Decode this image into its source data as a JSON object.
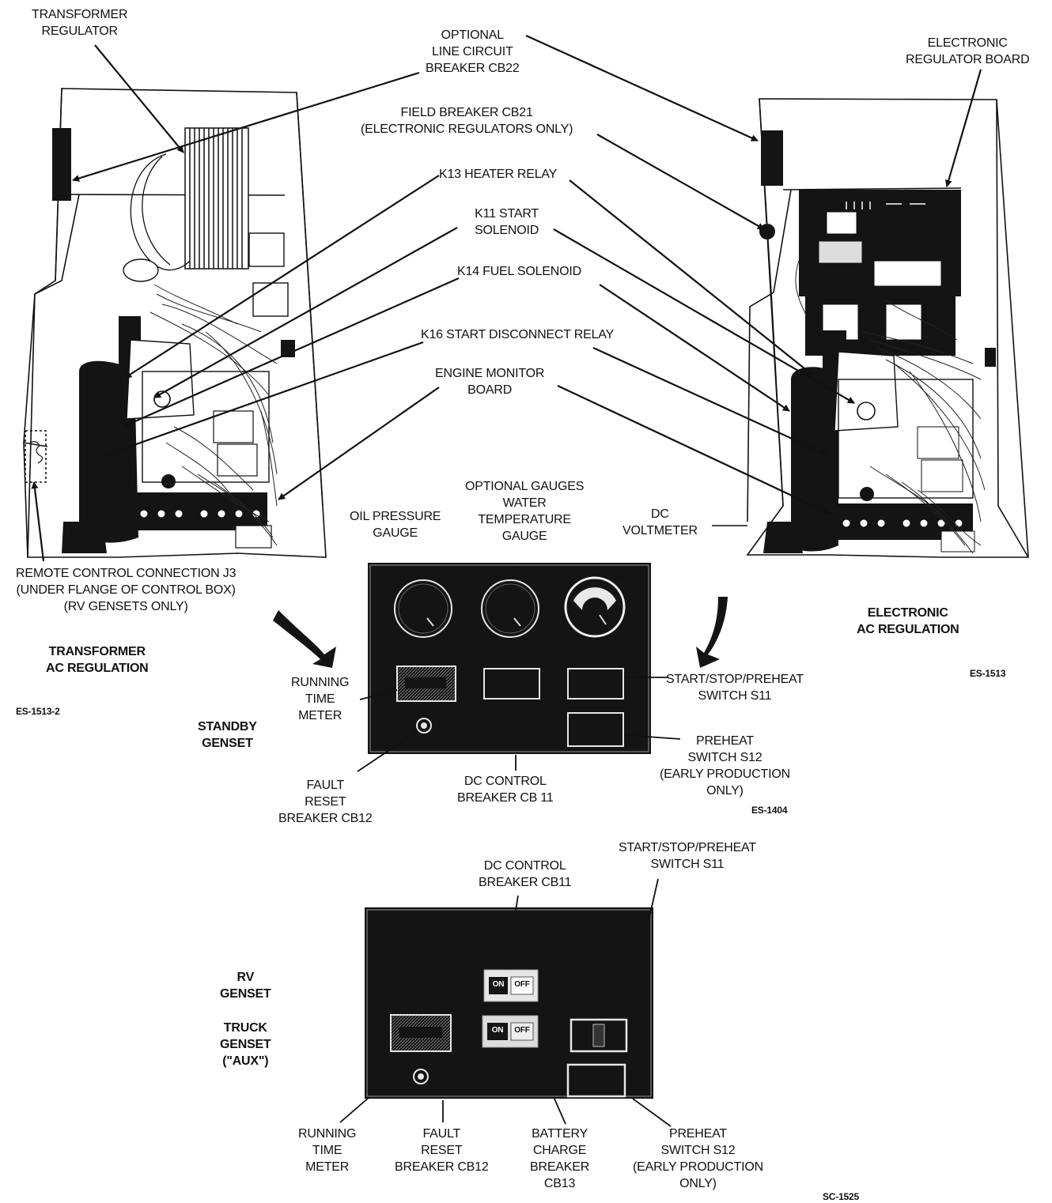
{
  "callouts": {
    "transformer_regulator": [
      "TRANSFORMER",
      "REGULATOR"
    ],
    "optional_line_cb": [
      "OPTIONAL",
      "LINE CIRCUIT",
      "BREAKER CB22"
    ],
    "electronic_regulator_board": [
      "ELECTRONIC",
      "REGULATOR BOARD"
    ],
    "field_breaker": [
      "FIELD BREAKER CB21",
      "(ELECTRONIC REGULATORS ONLY)"
    ],
    "k13": [
      "K13 HEATER RELAY"
    ],
    "k11": [
      "K11 START",
      "SOLENOID"
    ],
    "k14": [
      "K14 FUEL SOLENOID"
    ],
    "k16": [
      "K16 START DISCONNECT RELAY"
    ],
    "engine_monitor": [
      "ENGINE MONITOR",
      "BOARD"
    ],
    "remote_control": [
      "REMOTE CONTROL CONNECTION J3",
      "(UNDER FLANGE OF CONTROL BOX)",
      "(RV GENSETS ONLY)"
    ],
    "oil_pressure": [
      "OIL PRESSURE",
      "GAUGE"
    ],
    "optional_gauges": [
      "OPTIONAL GAUGES",
      "WATER",
      "TEMPERATURE",
      "GAUGE"
    ],
    "dc_voltmeter": [
      "DC",
      "VOLTMETER"
    ],
    "running_time_meter_standby": [
      "RUNNING",
      "TIME",
      "METER"
    ],
    "start_stop_standby": [
      "START/STOP/PREHEAT",
      "SWITCH S11"
    ],
    "preheat_standby": [
      "PREHEAT",
      "SWITCH S12",
      "(EARLY PRODUCTION",
      "ONLY)"
    ],
    "dc_control_standby": [
      "DC CONTROL",
      "BREAKER CB 11"
    ],
    "fault_reset_standby": [
      "FAULT",
      "RESET",
      "BREAKER CB12"
    ],
    "dc_control_rv": [
      "DC CONTROL",
      "BREAKER CB11"
    ],
    "start_stop_rv": [
      "START/STOP/PREHEAT",
      "SWITCH S11"
    ],
    "running_time_meter_rv": [
      "RUNNING",
      "TIME",
      "METER"
    ],
    "fault_reset_rv": [
      "FAULT",
      "RESET",
      "BREAKER CB12"
    ],
    "battery_charge": [
      "BATTERY",
      "CHARGE",
      "BREAKER",
      "CB13"
    ],
    "preheat_rv": [
      "PREHEAT",
      "SWITCH S12",
      "(EARLY PRODUCTION",
      "ONLY)"
    ]
  },
  "section_titles": {
    "transformer_ac": [
      "TRANSFORMER",
      "AC REGULATION"
    ],
    "electronic_ac": [
      "ELECTRONIC",
      "AC REGULATION"
    ],
    "standby_genset": [
      "STANDBY",
      "GENSET"
    ],
    "rv_genset": [
      "RV",
      "GENSET"
    ],
    "truck_genset": [
      "TRUCK",
      "GENSET",
      "(\"AUX\")"
    ]
  },
  "figure_codes": {
    "left": "ES-1513-2",
    "right": "ES-1513",
    "standby": "ES-1404",
    "rv": "SC-1525"
  },
  "switch_labels": {
    "on": "ON",
    "off": "OFF"
  },
  "colors": {
    "ink": "#111111",
    "panel": "#141414",
    "paper": "#ffffff",
    "panel_light": "#dcdcdc"
  }
}
